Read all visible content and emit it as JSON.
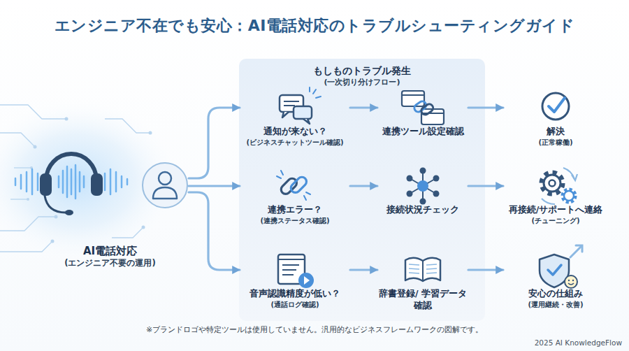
{
  "diagram": {
    "title": "エンジニア不在でも安心：AI電話対応のトラブルシューティングガイド",
    "nodes": [
      {
        "text": [
          "AI電話対応",
          "(エンジニア不要の運用)"
        ]
      },
      {
        "text": [
          "もしものトラブル発生",
          "(一次切り分けフロー)"
        ]
      },
      {
        "text": [
          "通知が来ない？",
          "(ビジネスチャットツール確認)"
        ],
        "in": 1
      },
      {
        "text": [
          "連携ツール設定確認"
        ],
        "in": 1
      },
      {
        "text": [
          "解決",
          "(正常稼働)"
        ]
      },
      {
        "text": [
          "連携エラー？",
          "(連携ステータス確認)"
        ],
        "in": 1
      },
      {
        "text": [
          "接続状況チェック"
        ],
        "in": 1
      },
      {
        "text": [
          "再接続/サポートへ連絡",
          "(チューニング)"
        ]
      },
      {
        "text": [
          "音声認識精度が低い？",
          "(通話ログ確認)"
        ],
        "in": 1
      },
      {
        "text": [
          "辞書登録/ 学習データ確認"
        ],
        "in": 1
      },
      {
        "text": [
          "安心の仕組み",
          "(運用継続・改善)"
        ]
      }
    ],
    "edges": [
      {
        "from": 0,
        "to": 2,
        "arrow": "to"
      },
      {
        "from": 0,
        "to": 5,
        "arrow": "to"
      },
      {
        "from": 0,
        "to": 8,
        "arrow": "to"
      },
      {
        "from": 2,
        "to": 3,
        "arrow": "to"
      },
      {
        "from": 3,
        "to": 4,
        "arrow": "to"
      },
      {
        "from": 5,
        "to": 6,
        "arrow": "to"
      },
      {
        "from": 6,
        "to": 7,
        "arrow": "to"
      },
      {
        "from": 8,
        "to": 9,
        "arrow": "to"
      },
      {
        "from": 9,
        "to": 10,
        "arrow": "to"
      }
    ],
    "labels": [
      "※ブランドロゴや特定ツールは使用していません。汎用的なビジネスフレームワークの図解です。",
      "2025 AI KnowledgeFlow"
    ]
  }
}
